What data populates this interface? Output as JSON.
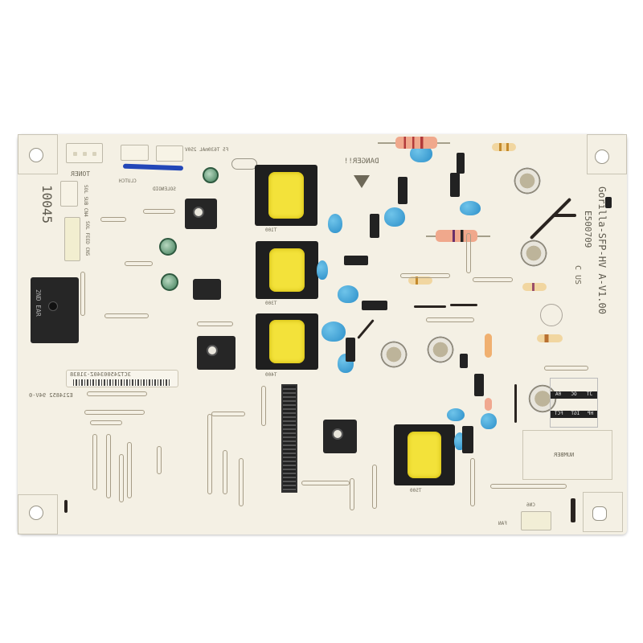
{
  "board": {
    "part_number": "10045",
    "model": "Gorilla-SFP-HV A-V1.00",
    "ul_file": "E500709",
    "ul_region": "C US",
    "warning": "DANGER!!",
    "barcode_text": "3CT24500340Z-31838",
    "pcb_marking": "E214852 94V-0",
    "switch_label": "2ND EAR",
    "fuse_label": "F5 T630mAL 250V",
    "number_box": "NUMBER",
    "option_table": {
      "row1": [
        "JT",
        "OC",
        "0A"
      ],
      "row2": [
        "HP",
        "IGT",
        "FCT"
      ]
    }
  },
  "connectors": {
    "toner": "TONER",
    "clutch": "CLUTCH",
    "solenoid": "SOLENOID",
    "cn4": "SOL SUB CN4",
    "cn5": "SOL FEED CN5",
    "fan": "FAN",
    "cn6": "CN6"
  },
  "transformers": [
    "T100",
    "T300",
    "T400",
    "T500"
  ],
  "colors": {
    "board": "#f4f0e4",
    "capacitor": "#2c8fc9",
    "transformer_core": "#f3e23a",
    "transformer_body": "#1f1f1f"
  }
}
